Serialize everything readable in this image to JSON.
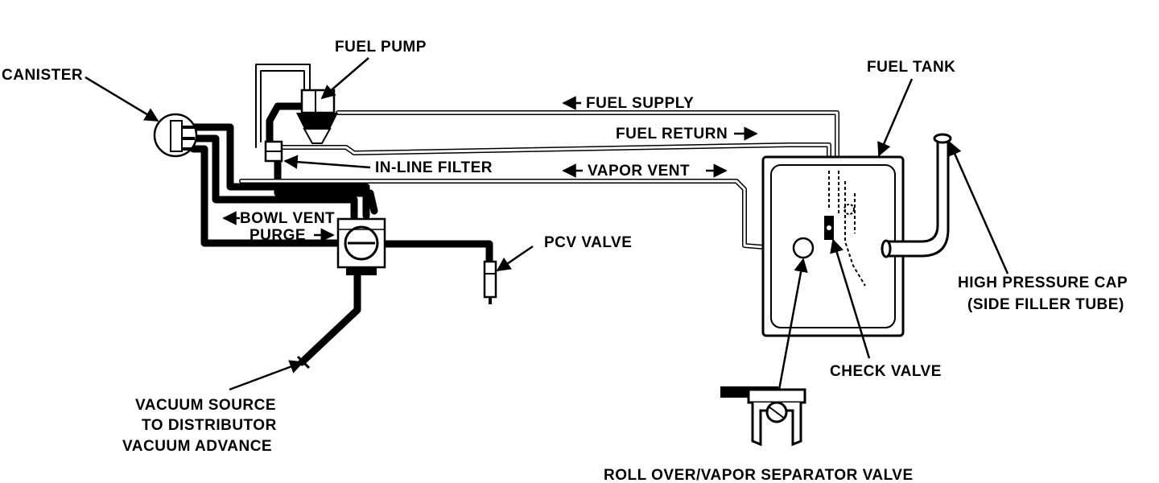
{
  "labels": {
    "canister": "CANISTER",
    "fuel_pump": "FUEL PUMP",
    "fuel_tank": "FUEL TANK",
    "fuel_supply": "FUEL SUPPLY",
    "fuel_return": "FUEL RETURN",
    "vapor_vent": "VAPOR VENT",
    "inline_filter": "IN-LINE FILTER",
    "bowl_vent": "BOWL VENT",
    "purge": "PURGE",
    "pcv_valve": "PCV VALVE",
    "high_pressure_cap_1": "HIGH PRESSURE CAP",
    "high_pressure_cap_2": "(SIDE FILLER TUBE)",
    "check_valve": "CHECK VALVE",
    "vacuum_source_1": "VACUUM SOURCE",
    "vacuum_source_2": "TO DISTRIBUTOR",
    "vacuum_source_3": "VACUUM ADVANCE",
    "rollover_valve": "ROLL OVER/VAPOR SEPARATOR VALVE"
  }
}
